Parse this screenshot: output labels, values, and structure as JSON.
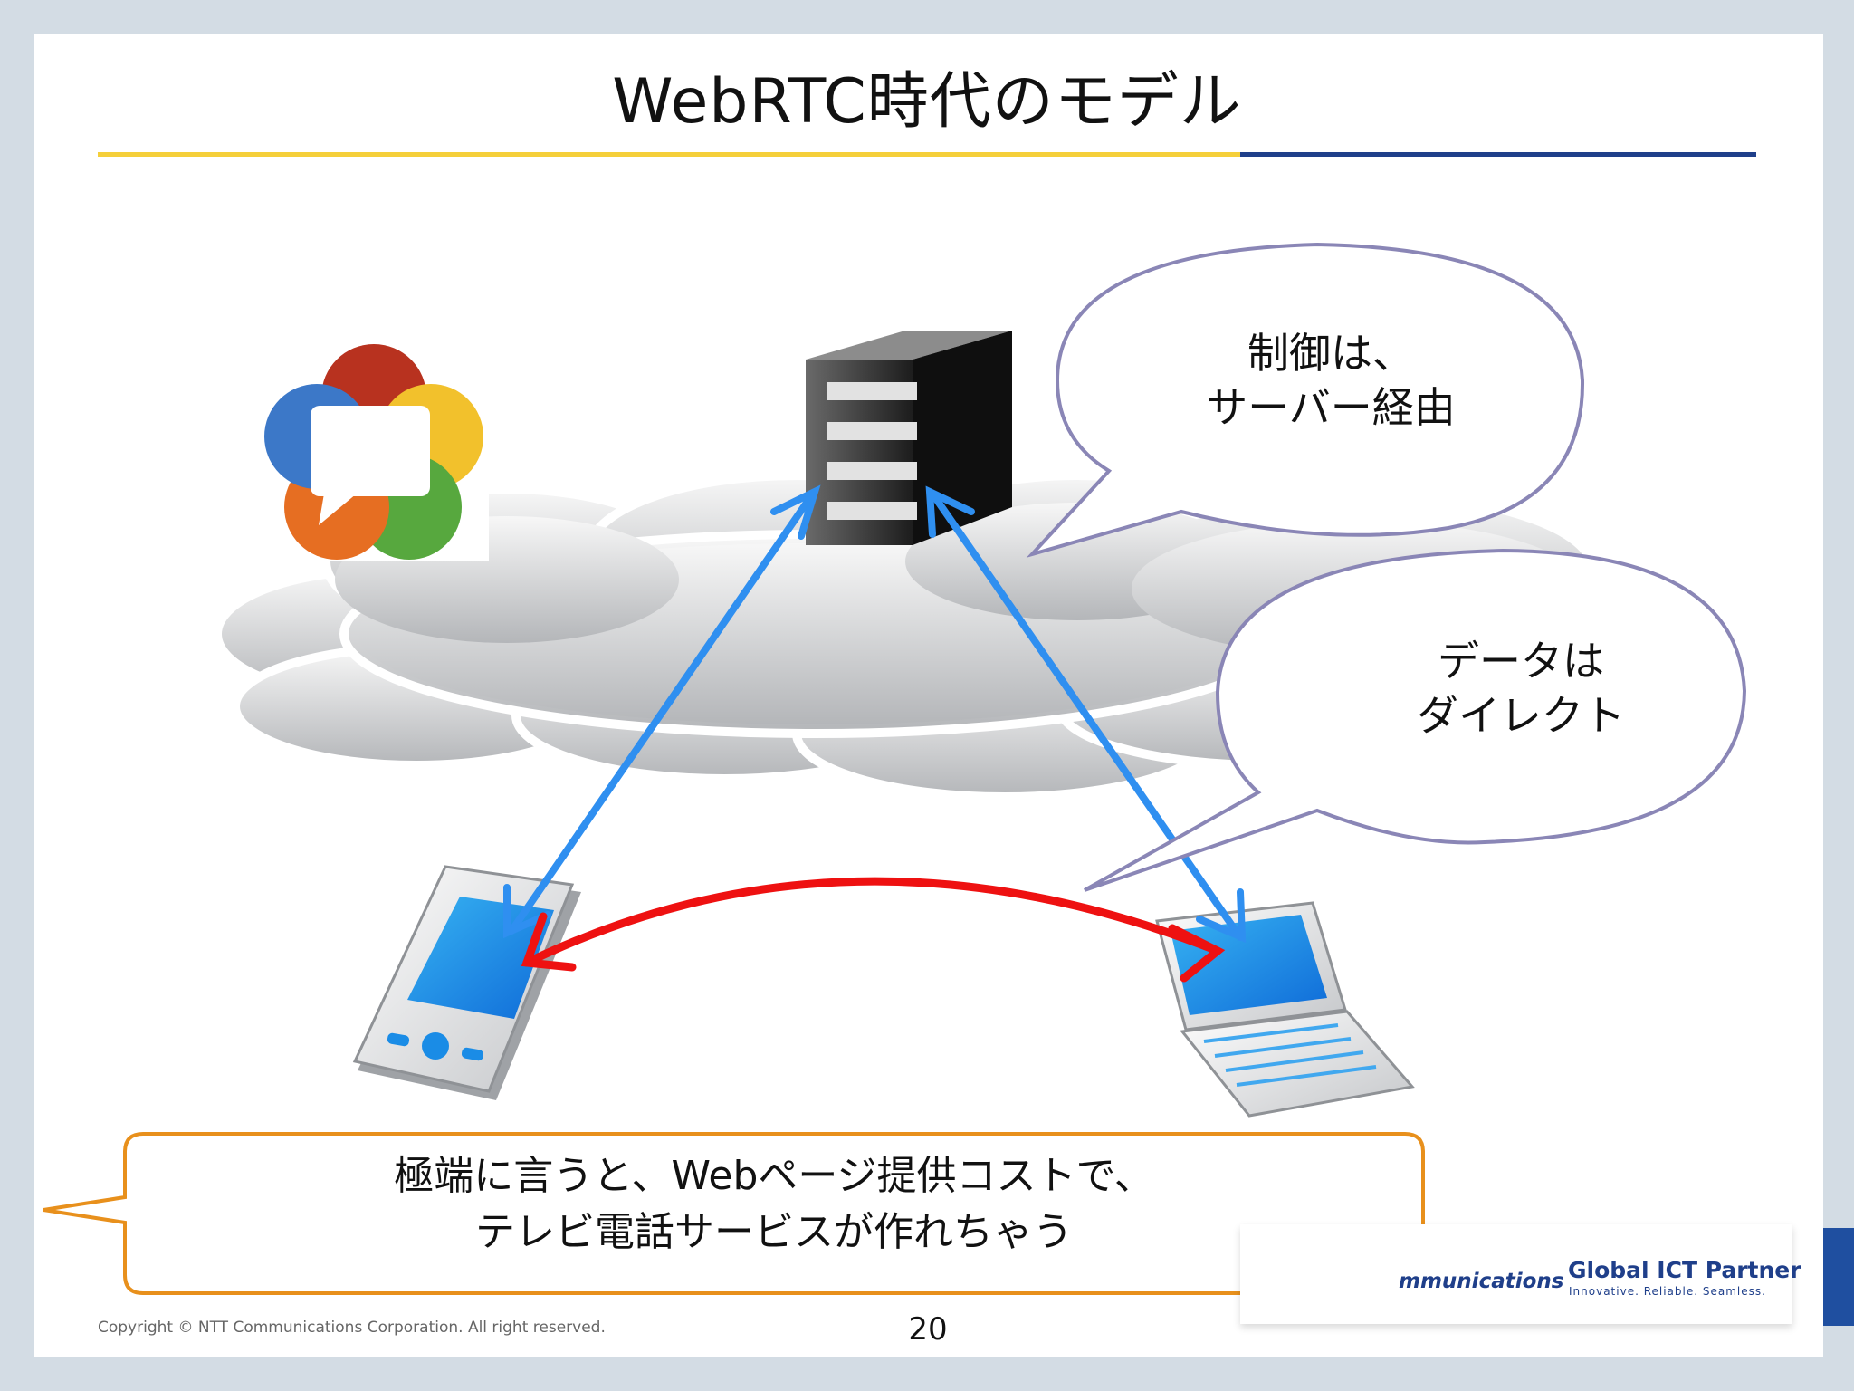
{
  "slide": {
    "title": "WebRTC時代のモデル",
    "control_bubble": {
      "line1": "制御は、",
      "line2": "サーバー経由"
    },
    "data_bubble": {
      "line1": "データは",
      "line2": "ダイレクト"
    },
    "callout": {
      "line1": "極端に言うと、Webページ提供コストで、",
      "line2": "テレビ電話サービスが作れちゃう"
    },
    "copyright": "Copyright © NTT Communications Corporation. All right reserved.",
    "page_number": "20",
    "footer": {
      "company": "mmunications",
      "partner": "Global ICT Partner",
      "tagline": "Innovative. Reliable. Seamless."
    }
  },
  "colors": {
    "title_rule_yellow": "#f5cf3a",
    "title_rule_blue": "#1f3f8a",
    "control_arrow": "#2f8ff0",
    "data_arrow": "#ee1111",
    "bubble_border": "#8a86b6",
    "callout_border": "#e8901c"
  },
  "icons": [
    "webrtc-logo-icon",
    "server-icon",
    "smartphone-icon",
    "laptop-icon",
    "cloud-icon"
  ]
}
